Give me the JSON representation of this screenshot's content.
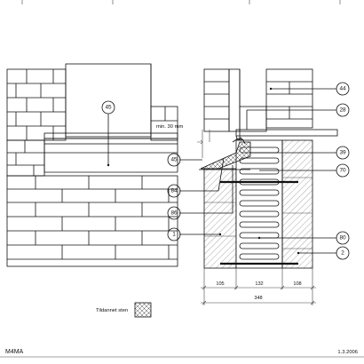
{
  "callouts": {
    "c45_elev": "45",
    "c45_sec": "45",
    "c44": "44",
    "c28": "28",
    "c39": "39",
    "c70": "70",
    "c84": "84",
    "c86": "86",
    "c1": "1",
    "c80": "80",
    "c2": "2"
  },
  "annotations": {
    "min_gap": "min. 30 mm"
  },
  "dimensions": {
    "d1": "105",
    "d2": "132",
    "d3": "108",
    "total": "348"
  },
  "legend": {
    "label": "Tildannet sten"
  },
  "footer": {
    "left": "M4MA",
    "right": "1.3.2006"
  }
}
